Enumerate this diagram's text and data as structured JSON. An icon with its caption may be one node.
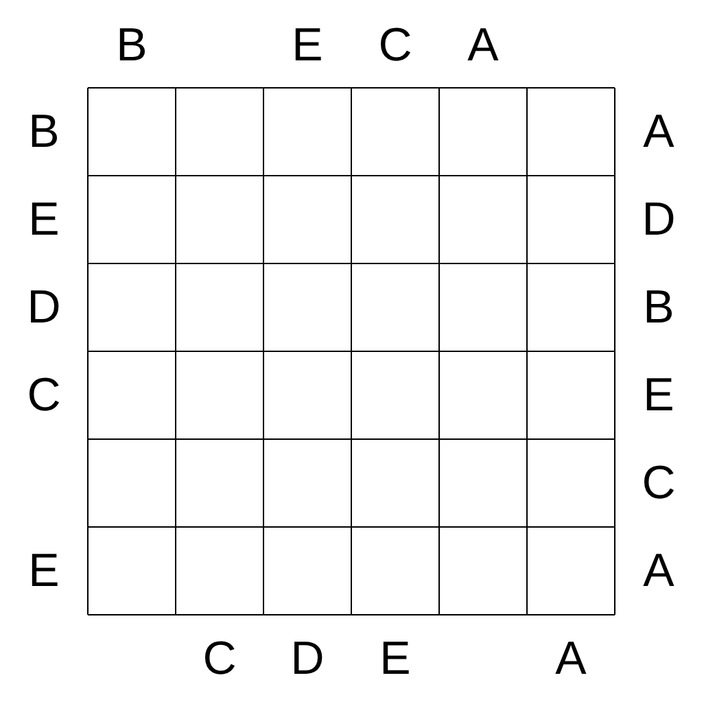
{
  "diagram": {
    "labels": [
      "B",
      "E",
      "C",
      "A",
      "B",
      "A",
      "E",
      "D",
      "D",
      "B",
      "C",
      "E",
      "C",
      "E",
      "A",
      "C",
      "D",
      "E",
      "A"
    ]
  }
}
